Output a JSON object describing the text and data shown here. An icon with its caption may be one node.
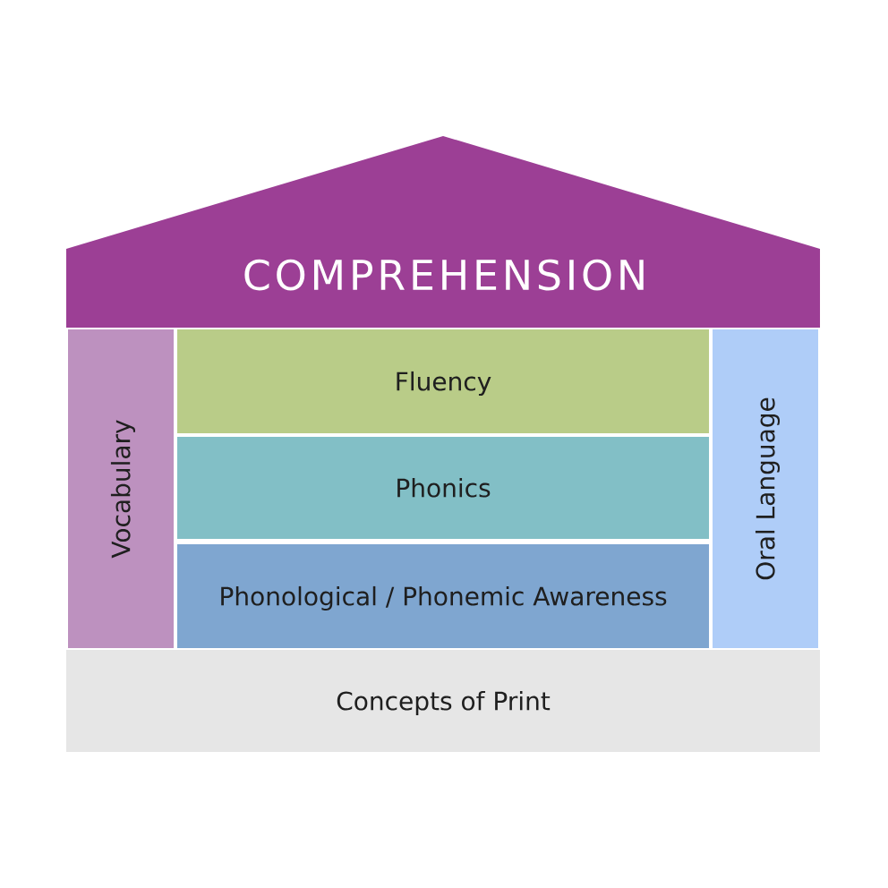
{
  "diagram": {
    "nodes": [
      {
        "text": [
          "COMPREHENSION"
        ]
      },
      {
        "text": [
          "Vocabulary"
        ]
      },
      {
        "text": [
          "Fluency"
        ]
      },
      {
        "text": [
          "Phonics"
        ]
      },
      {
        "text": [
          "Phonological / Phonemic Awareness"
        ]
      },
      {
        "text": [
          "Oral Language"
        ]
      },
      {
        "text": [
          "Concepts of Print"
        ]
      }
    ]
  }
}
